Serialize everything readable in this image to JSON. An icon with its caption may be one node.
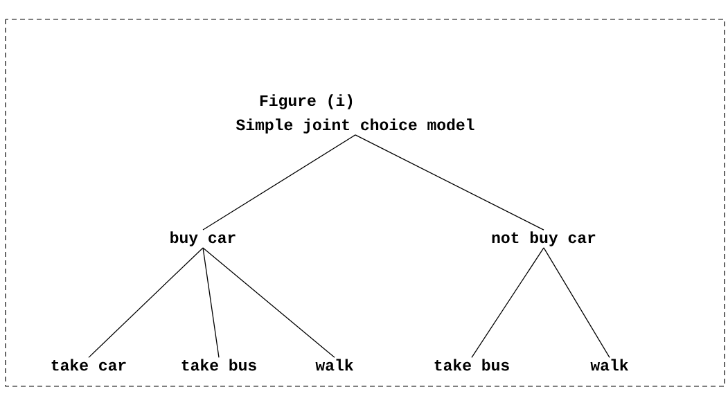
{
  "diagram": {
    "title": "Figure (i)",
    "nodes": [
      {
        "text": [
          "Simple joint choice model"
        ]
      },
      {
        "text": [
          "buy car"
        ]
      },
      {
        "text": [
          "not buy car"
        ]
      },
      {
        "text": [
          "take car"
        ]
      },
      {
        "text": [
          "take bus"
        ]
      },
      {
        "text": [
          "walk"
        ]
      },
      {
        "text": [
          "take bus"
        ]
      },
      {
        "text": [
          "walk"
        ]
      }
    ],
    "edges": [
      {
        "from": 0,
        "to": 1,
        "arrow": "none"
      },
      {
        "from": 0,
        "to": 2,
        "arrow": "none"
      },
      {
        "from": 1,
        "to": 3,
        "arrow": "none"
      },
      {
        "from": 1,
        "to": 4,
        "arrow": "none"
      },
      {
        "from": 1,
        "to": 5,
        "arrow": "none"
      },
      {
        "from": 2,
        "to": 6,
        "arrow": "none"
      },
      {
        "from": 2,
        "to": 7,
        "arrow": "none"
      }
    ]
  }
}
